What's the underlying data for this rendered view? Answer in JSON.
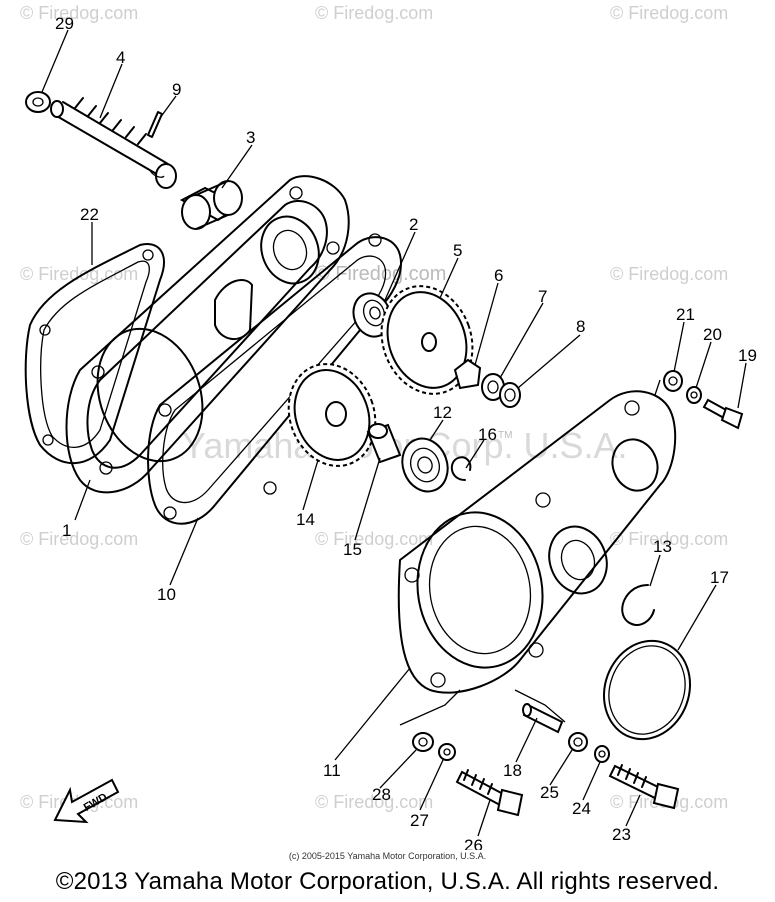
{
  "watermarks": {
    "site": "© Firedog.com",
    "center_site": "© Firedog.com",
    "center_brand": "Yamaha Motor Corp. U.S.A.",
    "trademark": "TM"
  },
  "direction_arrow": "FWD",
  "callouts": {
    "n1": "1",
    "n2": "2",
    "n3": "3",
    "n4": "4",
    "n5": "5",
    "n6": "6",
    "n7": "7",
    "n8": "8",
    "n9": "9",
    "n10": "10",
    "n11": "11",
    "n12": "12",
    "n13": "13",
    "n14": "14",
    "n15": "15",
    "n16": "16",
    "n17": "17",
    "n18": "18",
    "n19": "19",
    "n20": "20",
    "n21": "21",
    "n22": "22",
    "n23": "23",
    "n24": "24",
    "n25": "25",
    "n26": "26",
    "n27": "27",
    "n28": "28",
    "n29": "29"
  },
  "footer": {
    "small_copyright": "(c) 2005-2015 Yamaha Motor Corporation, U.S.A.",
    "copyright": "©2013 Yamaha Motor Corporation, U.S.A. All rights reserved."
  }
}
